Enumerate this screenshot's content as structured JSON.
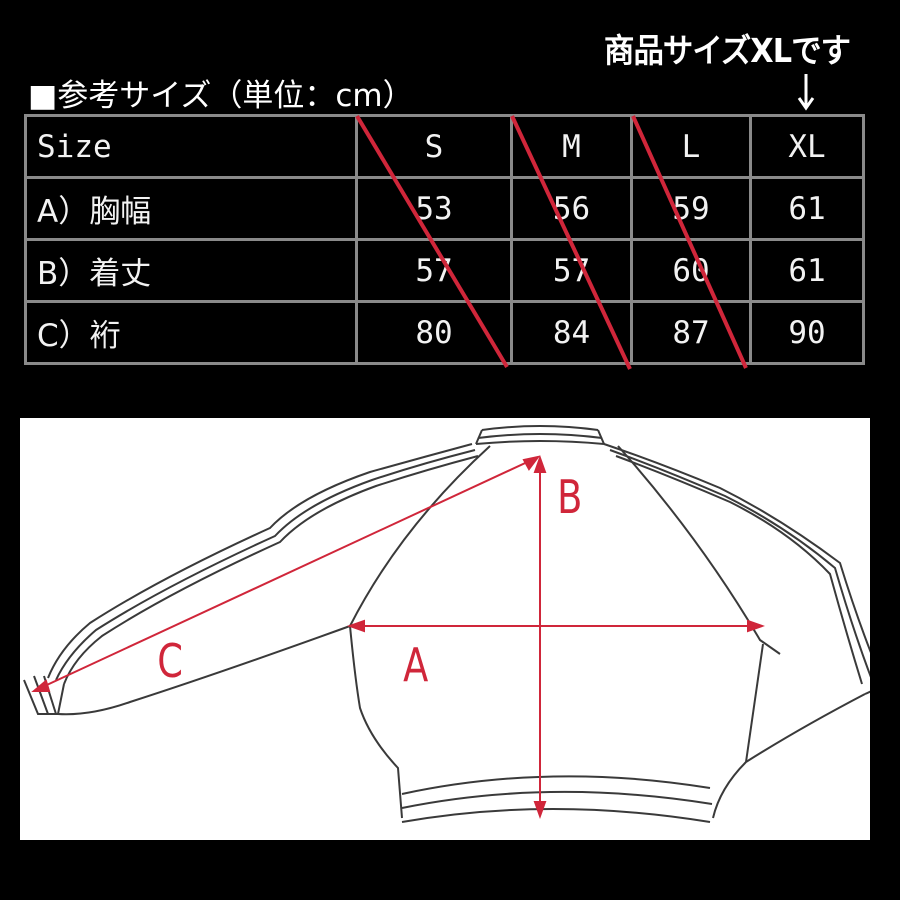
{
  "notice": {
    "text": "商品サイズXLです",
    "arrow_icon": "↓"
  },
  "ref_title": "■参考サイズ（単位：cm）",
  "table": {
    "header": {
      "label": "Size",
      "sizes": [
        "S",
        "M",
        "L",
        "XL"
      ]
    },
    "rows": [
      {
        "label": "A）胸幅",
        "values": [
          "53",
          "56",
          "59",
          "61"
        ]
      },
      {
        "label": "B）着丈",
        "values": [
          "57",
          "57",
          "60",
          "61"
        ]
      },
      {
        "label": "C）裄",
        "values": [
          "80",
          "84",
          "87",
          "90"
        ]
      }
    ],
    "struck_columns": [
      "S",
      "M",
      "L"
    ],
    "selected_size": "XL"
  },
  "diagram": {
    "labels": {
      "a": "A",
      "b": "B",
      "c": "C"
    }
  },
  "colors": {
    "background": "#000000",
    "text": "#ffffff",
    "grid": "#8a8a8a",
    "strike": "#d0263a",
    "measure": "#d0263a",
    "outline": "#3a3a3a"
  }
}
